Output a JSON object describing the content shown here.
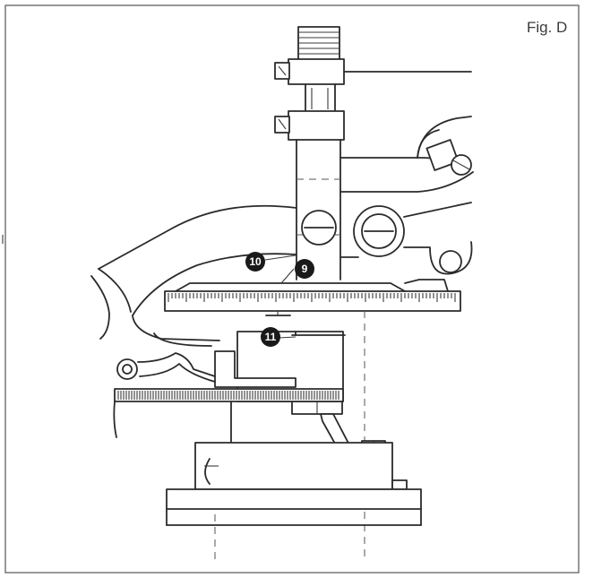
{
  "figure": {
    "label": "Fig. D",
    "callouts": [
      {
        "id": "callout-10",
        "text": "10"
      },
      {
        "id": "callout-9",
        "text": "9"
      },
      {
        "id": "callout-11",
        "text": "11"
      }
    ],
    "colors": {
      "ink": "#2b2b2b",
      "paper": "#ffffff",
      "callout_fill": "#111111"
    }
  }
}
